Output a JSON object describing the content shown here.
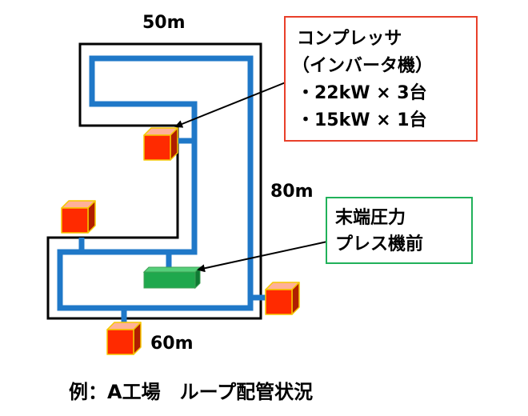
{
  "dimensions": {
    "top": "50m",
    "right": "80m",
    "bottom": "60m"
  },
  "compressor_callout": {
    "lines": [
      "コンプレッサ",
      "（インバータ機）",
      "・22kW × 3台",
      "・15kW × 1台"
    ]
  },
  "press_callout": {
    "lines": [
      "末端圧力",
      "プレス機前"
    ]
  },
  "caption": "例：A工場　ループ配管状況",
  "colors": {
    "pipe": "#1f78c8",
    "outline": "#000000",
    "compressor": "#ff2a00",
    "compressor_edge": "#f5c800",
    "press": "#1fa84d",
    "compressor_callout_border": "#e8402a",
    "press_callout_border": "#21b15a"
  }
}
